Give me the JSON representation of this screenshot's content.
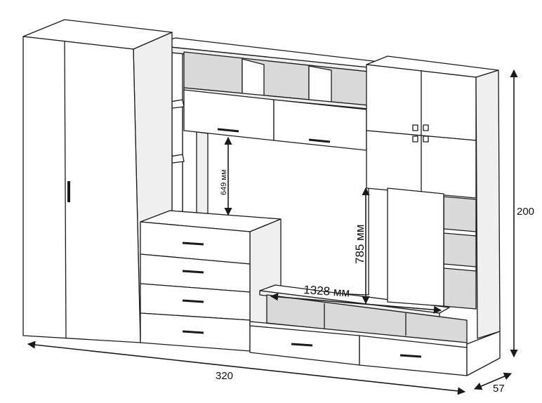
{
  "dimensions": {
    "height": "200",
    "width": "320",
    "depth": "57",
    "upper_niche": "649 мм",
    "tv_niche_height": "785 мм",
    "tv_niche_width": "1328 мм"
  },
  "colors": {
    "line": "#1a1a1a",
    "panel": "#ffffff",
    "panel_shade": "#efefef",
    "interior": "#d9d9d9"
  }
}
